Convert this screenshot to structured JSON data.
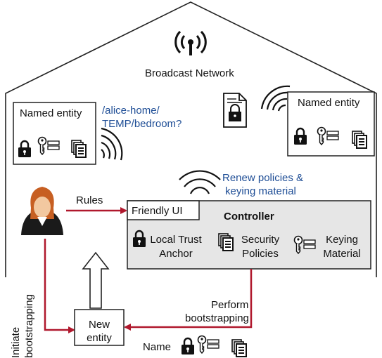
{
  "network": {
    "label": "Broadcast Network"
  },
  "entity_left": {
    "label": "Named entity",
    "query": [
      "/alice-home/",
      "TEMP/bedroom?"
    ]
  },
  "entity_right": {
    "label": "Named entity"
  },
  "renew": {
    "lines": [
      "Renew policies &",
      "keying material"
    ]
  },
  "rules": {
    "label": "Rules"
  },
  "friendly_ui": {
    "label": "Friendly UI"
  },
  "controller": {
    "title": "Controller",
    "trust_anchor": [
      "Local Trust",
      "Anchor"
    ],
    "security_policies": [
      "Security",
      "Policies"
    ],
    "keying_material": [
      "Keying",
      "Material"
    ]
  },
  "initiate": {
    "lines": [
      "Initiate",
      "bootstrapping"
    ]
  },
  "perform": {
    "lines": [
      "Perform",
      "bootstrapping"
    ]
  },
  "new_entity": {
    "lines": [
      "New",
      "entity"
    ]
  },
  "name_label": "Name",
  "colors": {
    "arrow": "#b0182d",
    "controller_fill": "#e6e6e6",
    "text_blue": "#1f4e96"
  }
}
